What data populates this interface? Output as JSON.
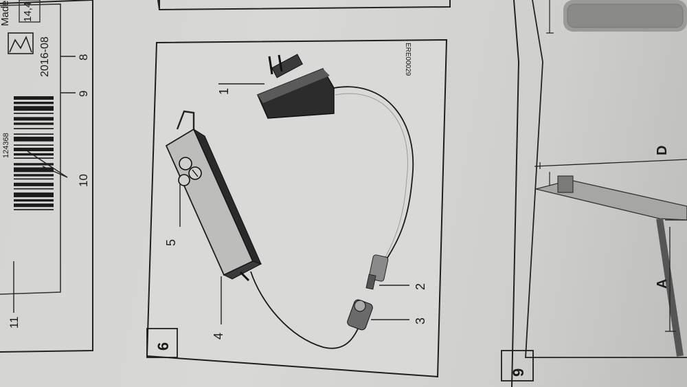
{
  "left_panel": {
    "label_made": "Made",
    "label_size": "14,4",
    "production_date": "2016-08",
    "barcode_digits": "124368",
    "callout_8": "8",
    "callout_9": "9",
    "callout_10": "10",
    "callout_11": "11"
  },
  "figure_6": {
    "number": "6",
    "reference_code": "ERE00029",
    "callouts": [
      "1",
      "2",
      "3",
      "4",
      "5"
    ]
  },
  "figure_9": {
    "number": "9",
    "dimension_a": "A",
    "dimension_d": "D"
  }
}
